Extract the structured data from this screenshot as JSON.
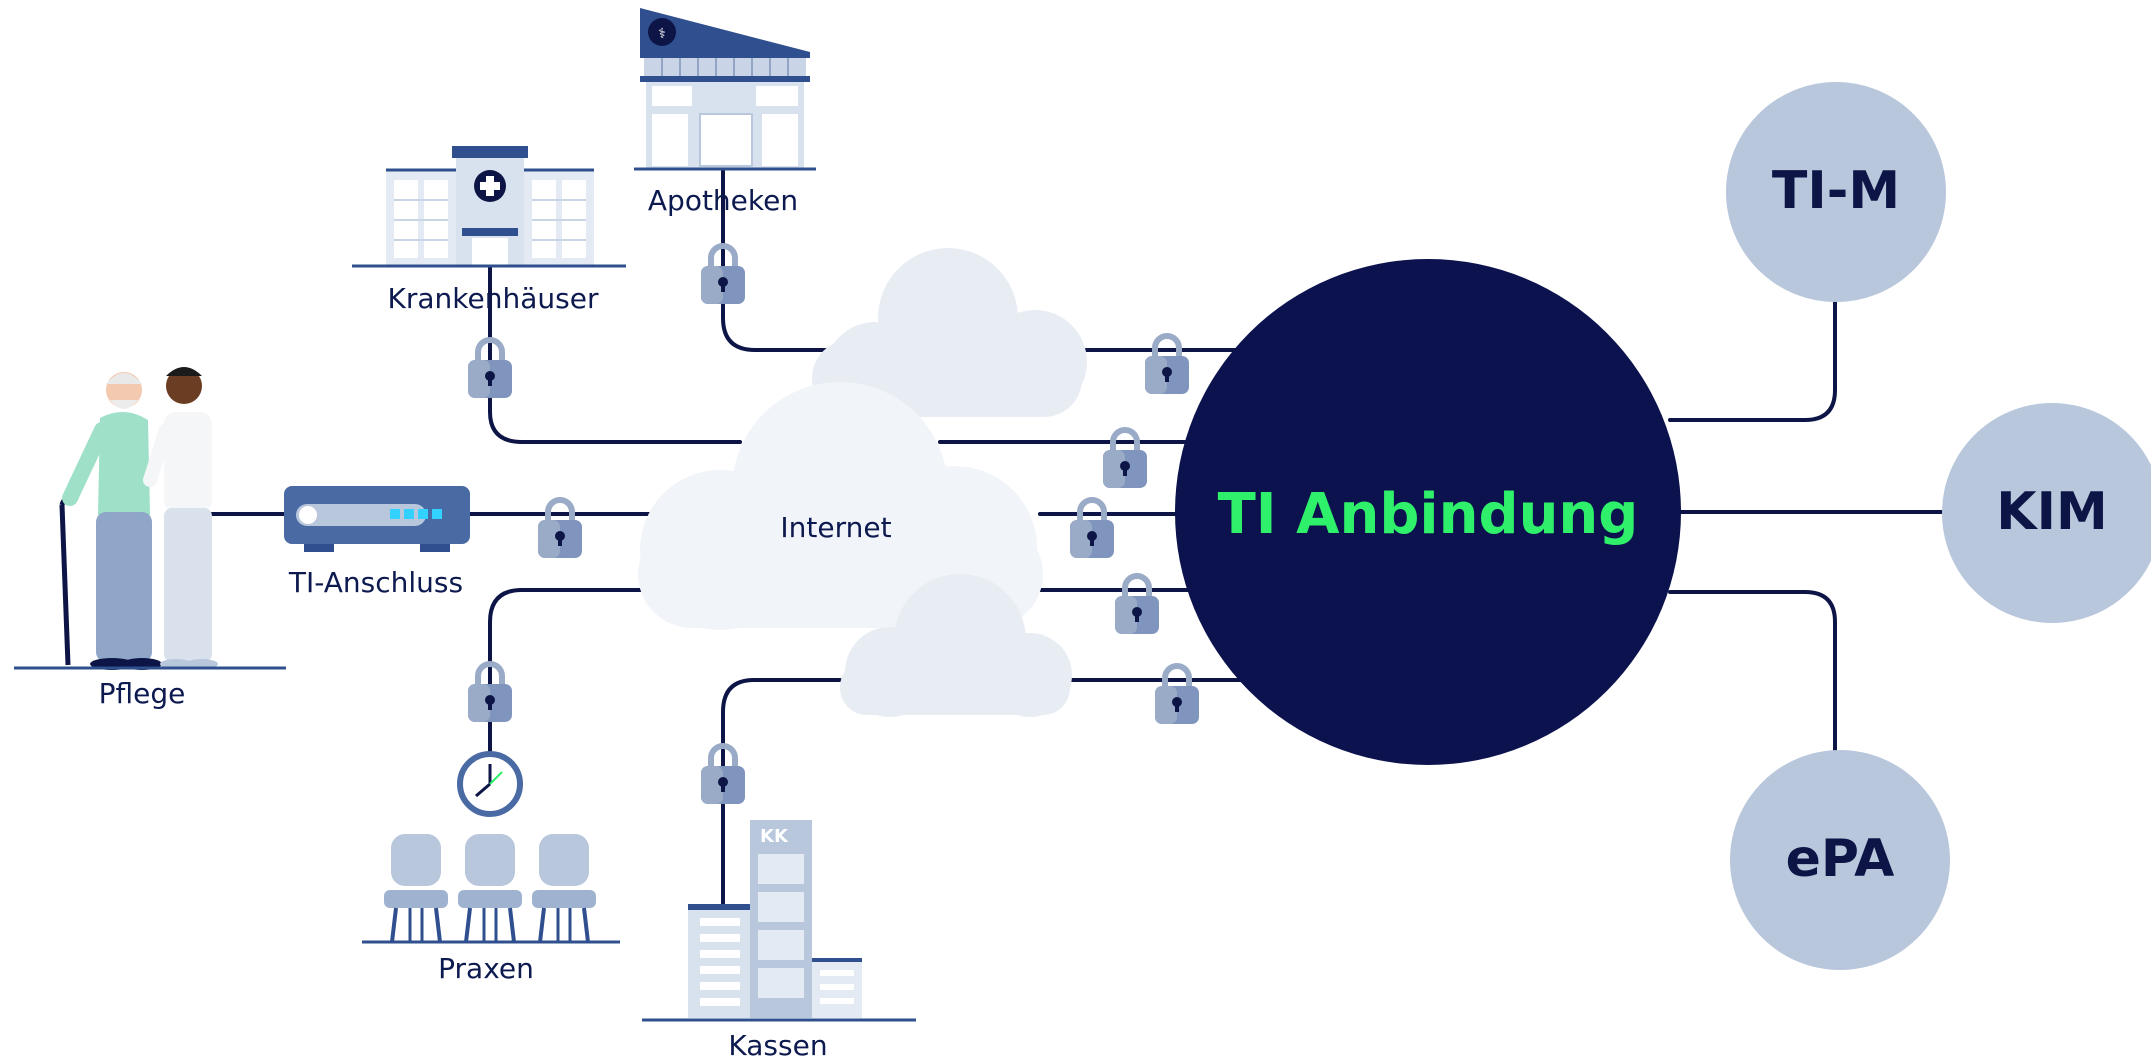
{
  "center": {
    "label": "TI Anbindung",
    "color": "#0b124d",
    "text_color": "#2ef06a"
  },
  "cloud_label": "Internet",
  "services": {
    "tim": "TI-M",
    "kim": "KIM",
    "epa": "ePA"
  },
  "nodes": {
    "apotheken": "Apotheken",
    "krankenhaeuser": "Krankenhäuser",
    "pflege": "Pflege",
    "ti_anschluss": "TI-Anschluss",
    "praxen": "Praxen",
    "kassen": "Kassen",
    "kk_badge": "KK"
  },
  "colors": {
    "navy": "#0d1546",
    "service_bubble": "#b8c7dc",
    "cloud": "#e8edf4",
    "lock": "#7f95bd",
    "building_light": "#b8c7dc",
    "building_dark": "#2f4f8e"
  },
  "icons": [
    "lock-icon",
    "clock-icon",
    "pharmacy-icon",
    "medical-cross-icon",
    "cloud-icon",
    "router-icon",
    "chair-icon"
  ]
}
